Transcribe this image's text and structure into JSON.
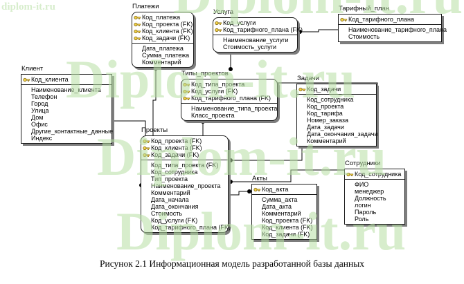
{
  "caption": "Рисунок 2.1 Информационная модель разработанной базы данных",
  "watermark": {
    "small": "diplom-it.ru",
    "large": "Diplom-it.ru"
  },
  "colors": {
    "line": "#000000",
    "key_icon": "#f2d44a",
    "key_icon_stroke": "#8a6d1a",
    "watermark": "#b7e0a4"
  },
  "diagram": {
    "entities": [
      {
        "id": "payments",
        "title": "Платежи",
        "keys": [
          "Код_платежа",
          "Код_проекта (FK)",
          "Код_клиента (FK)",
          "Код_задачи (FK)"
        ],
        "attrs": [
          "Дата_платежа",
          "Сумма_платежа",
          "Комментарий"
        ]
      },
      {
        "id": "service",
        "title": "Услуга",
        "keys": [
          "Код_услуги",
          "Код_тарифного_плана (FK)"
        ],
        "attrs": [
          "Наименование_услуги",
          "Стоимость_услуги"
        ]
      },
      {
        "id": "tariff-plan",
        "title": "Тарифный_план",
        "keys": [
          "Код_тарифного_плана"
        ],
        "attrs": [
          "Наименование_тарифного_плана",
          "Стоимость"
        ]
      },
      {
        "id": "client",
        "title": "Клиент",
        "keys": [
          "Код_клиента"
        ],
        "attrs": [
          "Наименование_клиента",
          "Телефон",
          "Город",
          "Улица",
          "Дом",
          "Офис",
          "Другие_контактные_данные",
          "Индекс"
        ]
      },
      {
        "id": "project-types",
        "title": "Типы_проектов",
        "keys": [
          "Код_типа_проекта",
          "Код_услуги (FK)",
          "Код_тарифного_плана (FK)"
        ],
        "attrs": [
          "Наименование_типа_проекта",
          "Класс_проекта"
        ]
      },
      {
        "id": "tasks",
        "title": "Задачи",
        "keys": [
          "Код_задачи"
        ],
        "attrs": [
          "Код_сотрудника",
          "Код_проекта",
          "Код_тарифа",
          "Номер_заказа",
          "Дата_задачи",
          "Дата_окончания_задачи",
          "Комментарий"
        ]
      },
      {
        "id": "projects",
        "title": "Проекты",
        "keys": [
          "Код_проекта (FK)",
          "Код_клиента (FK)",
          "Код_задачи (FK)"
        ],
        "attrs": [
          "Код_типа_проекта (FK)",
          "Код_сотрудника",
          "Тип_проекта",
          "Наименование_проекта",
          "Комментарий",
          "Дата_начала",
          "Дата_окончания",
          "Стоимость",
          "Код_услуги (FK)",
          "Код_тарифного_плана (FK)"
        ]
      },
      {
        "id": "acts",
        "title": "Акты",
        "keys": [
          "Код_акта"
        ],
        "attrs": [
          "Сумма_акта",
          "Дата_акта",
          "Комментарий",
          "Код_проекта (FK)",
          "Код_клиента (FK)",
          "Код_задачи (FK)"
        ]
      },
      {
        "id": "employees",
        "title": "Сотрудники",
        "keys": [
          "Код_сотрудника"
        ],
        "attrs": [
          "ФИО",
          "менеджер",
          "Должность",
          "логин",
          "Пароль",
          "Роль"
        ]
      }
    ]
  }
}
